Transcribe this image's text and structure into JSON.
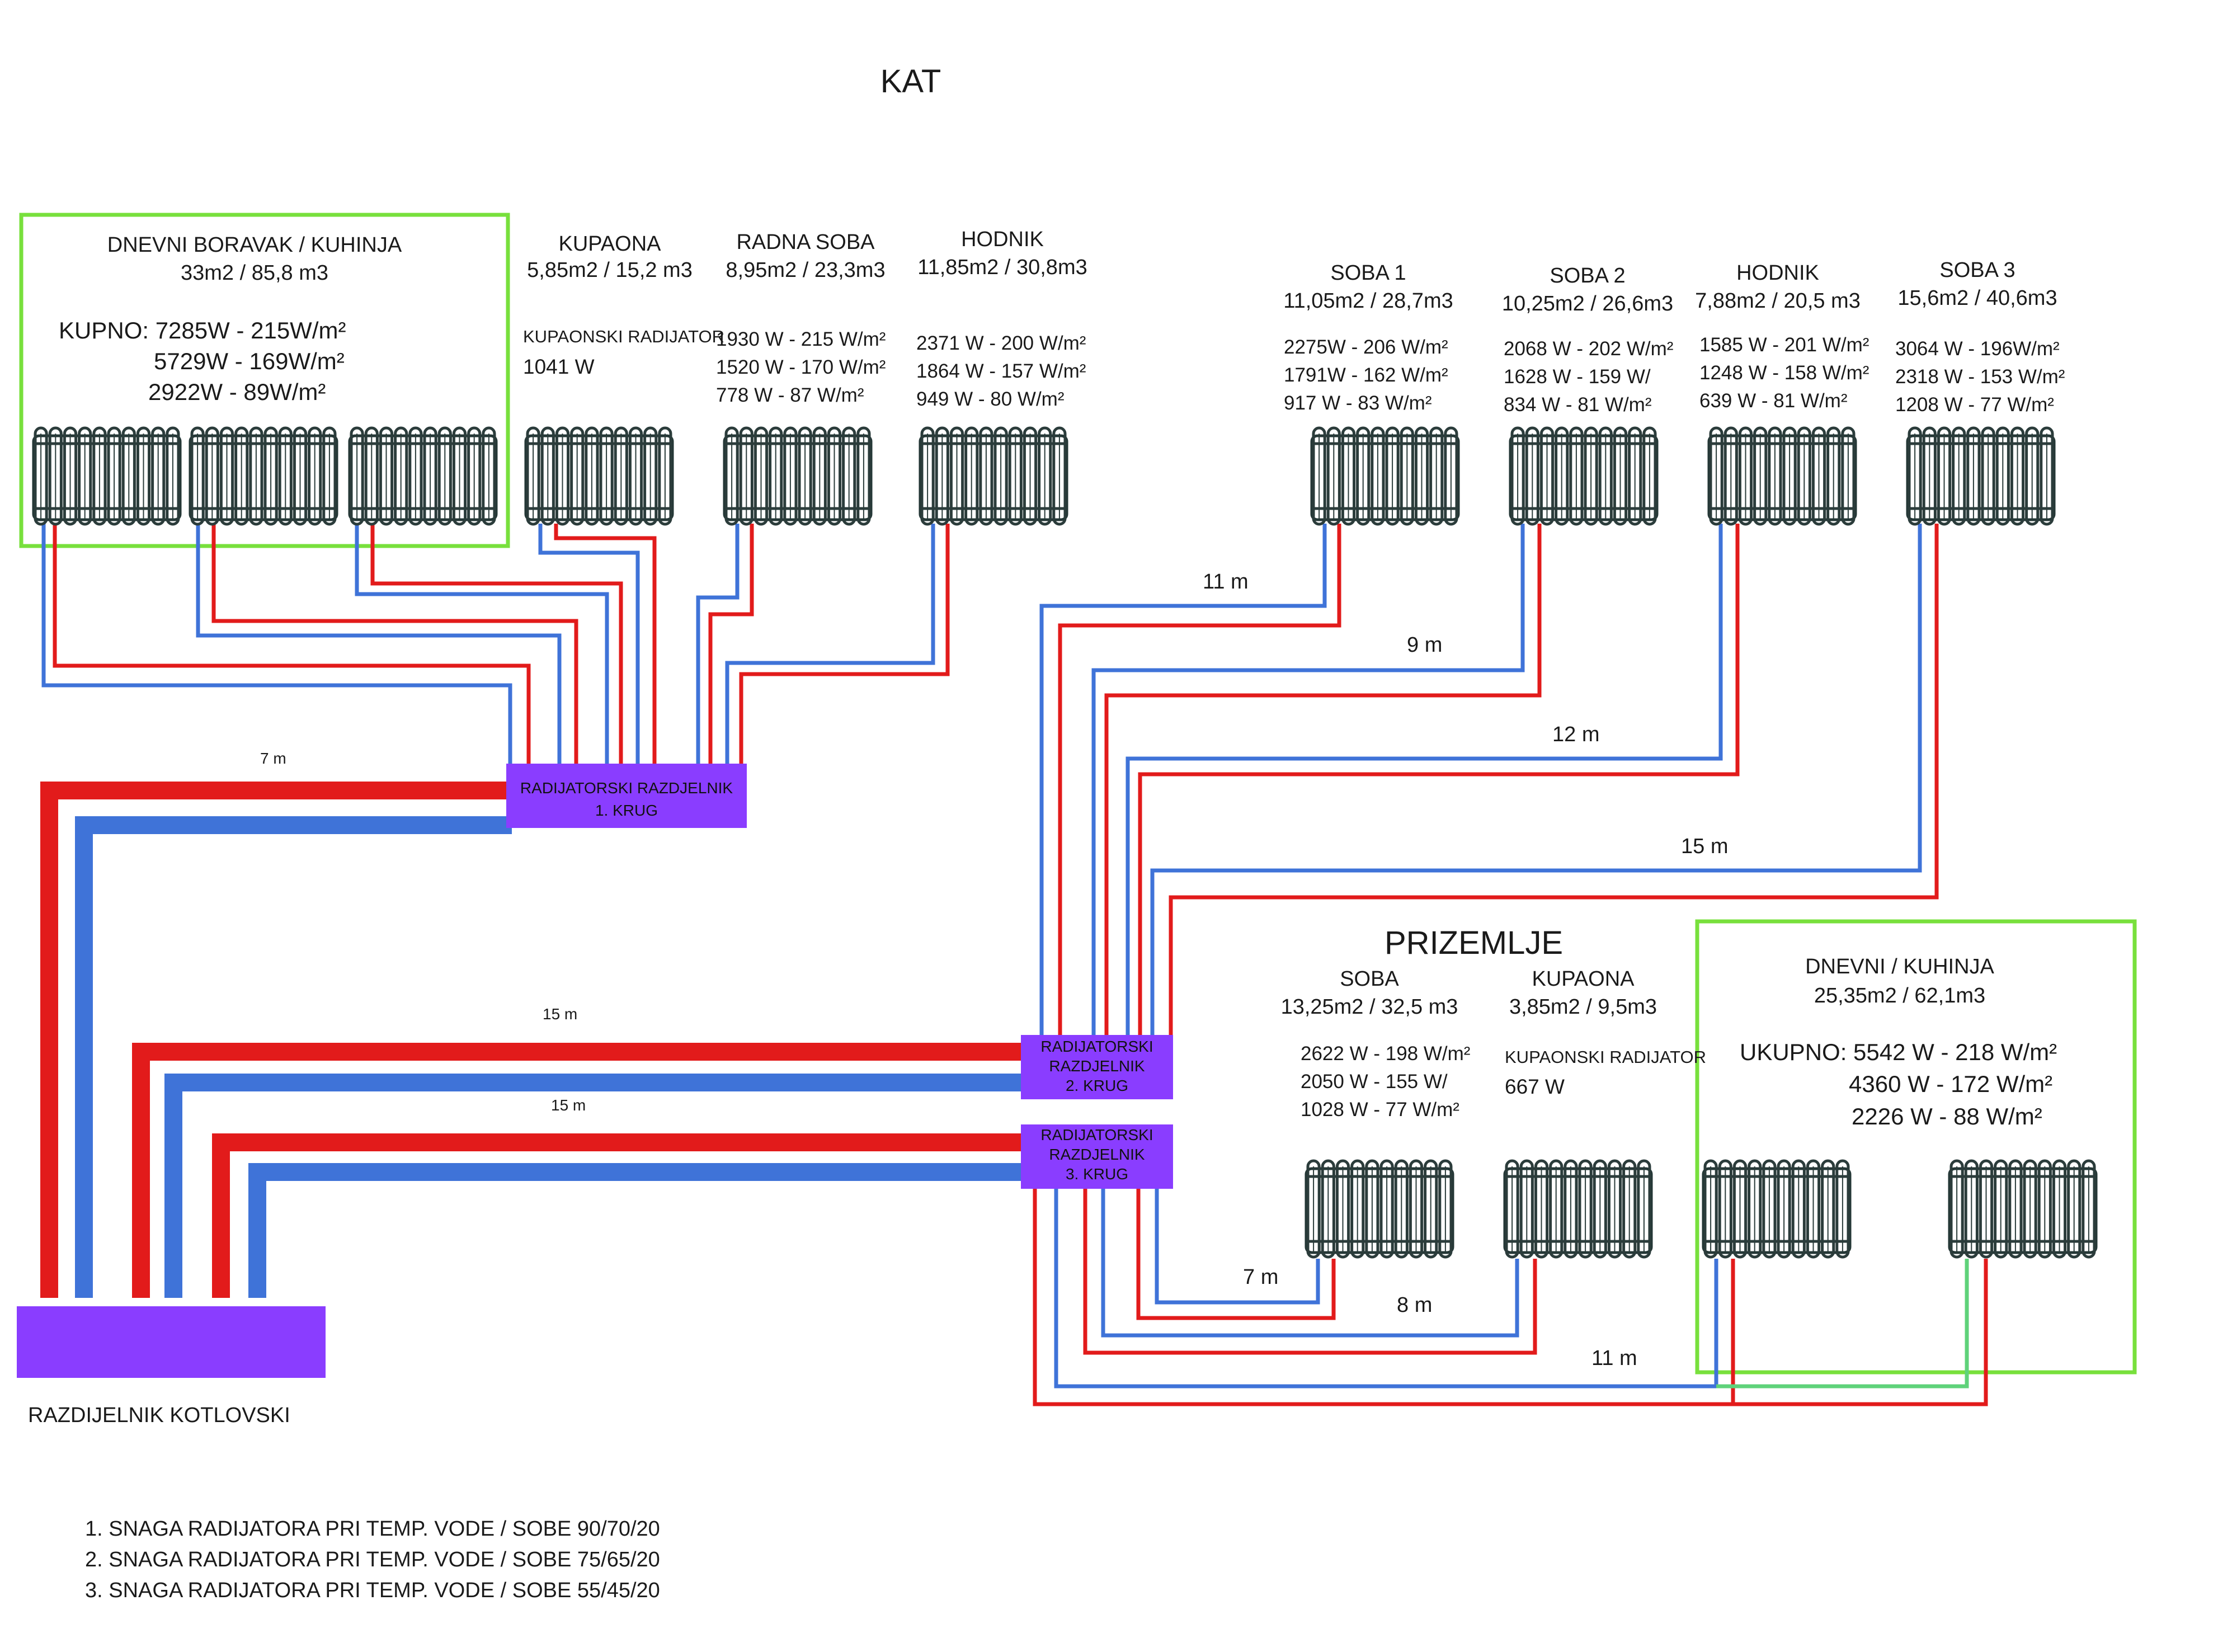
{
  "title": "KAT",
  "floors": {
    "ground_title": "PRIZEMLJE"
  },
  "rooms_upper": [
    {
      "name": "DNEVNI BORAVAK / KUHINJA",
      "area": "33m2 / 85,8 m3",
      "line1": "KUPNO:  7285W  - 215W/m²",
      "line2": "5729W - 169W/m²",
      "line3": "2922W - 89W/m²"
    },
    {
      "name": "KUPAONA",
      "area": "5,85m2 / 15,2 m3",
      "line1": "KUPAONSKI RADIJATOR",
      "line2": "1041 W"
    },
    {
      "name": "RADNA SOBA",
      "area": "8,95m2 / 23,3m3",
      "line1": "1930 W  - 215 W/m²",
      "line2": "1520 W - 170 W/m²",
      "line3": "778 W - 87 W/m²"
    },
    {
      "name": "HODNIK",
      "area": "11,85m2 / 30,8m3",
      "line1": "2371 W  - 200 W/m²",
      "line2": "1864 W - 157 W/m²",
      "line3": "949 W - 80 W/m²"
    },
    {
      "name": "SOBA 1",
      "area": "11,05m2 / 28,7m3",
      "line1": "2275W  - 206 W/m²",
      "line2": "1791W - 162 W/m²",
      "line3": "917 W - 83 W/m²"
    },
    {
      "name": "SOBA 2",
      "area": "10,25m2 / 26,6m3",
      "line1": "2068 W  - 202 W/m²",
      "line2": "1628 W - 159 W/",
      "line3": "834 W - 81 W/m²"
    },
    {
      "name": "HODNIK",
      "area": "7,88m2 /  20,5 m3",
      "line1": "1585 W  - 201 W/m²",
      "line2": "1248 W - 158 W/m²",
      "line3": "639 W - 81 W/m²"
    },
    {
      "name": "SOBA 3",
      "area": "15,6m2 /  40,6m3",
      "line1": "3064 W  - 196W/m²",
      "line2": "2318 W - 153 W/m²",
      "line3": "1208 W - 77 W/m²"
    }
  ],
  "rooms_ground": [
    {
      "name": "SOBA",
      "area": "13,25m2 /  32,5 m3",
      "line1": "2622 W  - 198 W/m²",
      "line2": "2050 W - 155 W/",
      "line3": "1028 W - 77 W/m²"
    },
    {
      "name": "KUPAONA",
      "area": "3,85m2 / 9,5m3",
      "line1": "KUPAONSKI RADIJATOR",
      "line2": "667 W"
    },
    {
      "name": "DNEVNI / KUHINJA",
      "area": "25,35m2 / 62,1m3",
      "line1": "UKUPNO:  5542 W  - 218 W/m²",
      "line2": "4360 W - 172 W/m²",
      "line3": "2226 W - 88  W/m²"
    }
  ],
  "manifolds": [
    {
      "line1": "RADIJATORSKI RAZDJELNIK",
      "line2": "1. KRUG"
    },
    {
      "line1": "RADIJATORSKI",
      "line2": "RAZDJELNIK",
      "line3": "2. KRUG"
    },
    {
      "line1": "RADIJATORSKI",
      "line2": "RAZDJELNIK",
      "line3": "3. KRUG"
    }
  ],
  "boiler_manifold": {
    "label": "RAZDIJELNIK KOTLOVSKI"
  },
  "distances": {
    "d_7m_main": "7 m",
    "d_15m_a": "15 m",
    "d_15m_b": "15 m",
    "d_11m_up": "11 m",
    "d_9m": "9 m",
    "d_12m": "12 m",
    "d_15m_up": "15 m",
    "d_7m_ground": "7 m",
    "d_8m": "8 m",
    "d_11m_ground": "11  m"
  },
  "notes": [
    "1. SNAGA RADIJATORA PRI TEMP. VODE / SOBE   90/70/20",
    "2. SNAGA RADIJATORA PRI TEMP. VODE / SOBE   75/65/20",
    "3. SNAGA RADIJATORA PRI TEMP. VODE / SOBE   55/45/20"
  ],
  "colors": {
    "supply": "#e21b1b",
    "return": "#3f73d8",
    "manifold": "#8a3dff",
    "zone": "#78e03c"
  }
}
